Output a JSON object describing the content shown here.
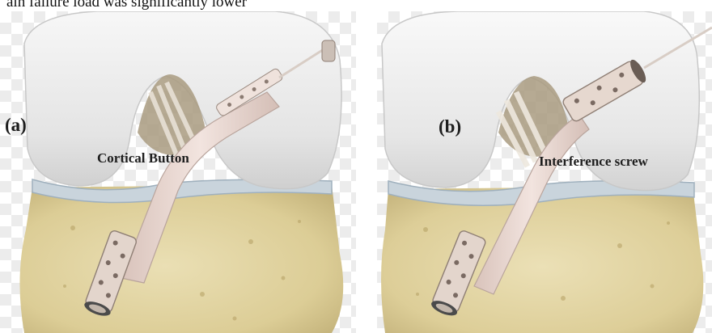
{
  "caption": "ain failure load was significantly lower",
  "panels": [
    {
      "letter": "(a)",
      "device": "Cortical Button"
    },
    {
      "letter": "(b)",
      "device": "Interference screw"
    }
  ],
  "colors": {
    "femur": "#ebebeb",
    "tibia_bone": "#ded09e",
    "cartilage": "#c9d4dc",
    "graft": "#e7d5cf",
    "screw": "#d8c8be",
    "ligament": "#cfc4b4"
  }
}
